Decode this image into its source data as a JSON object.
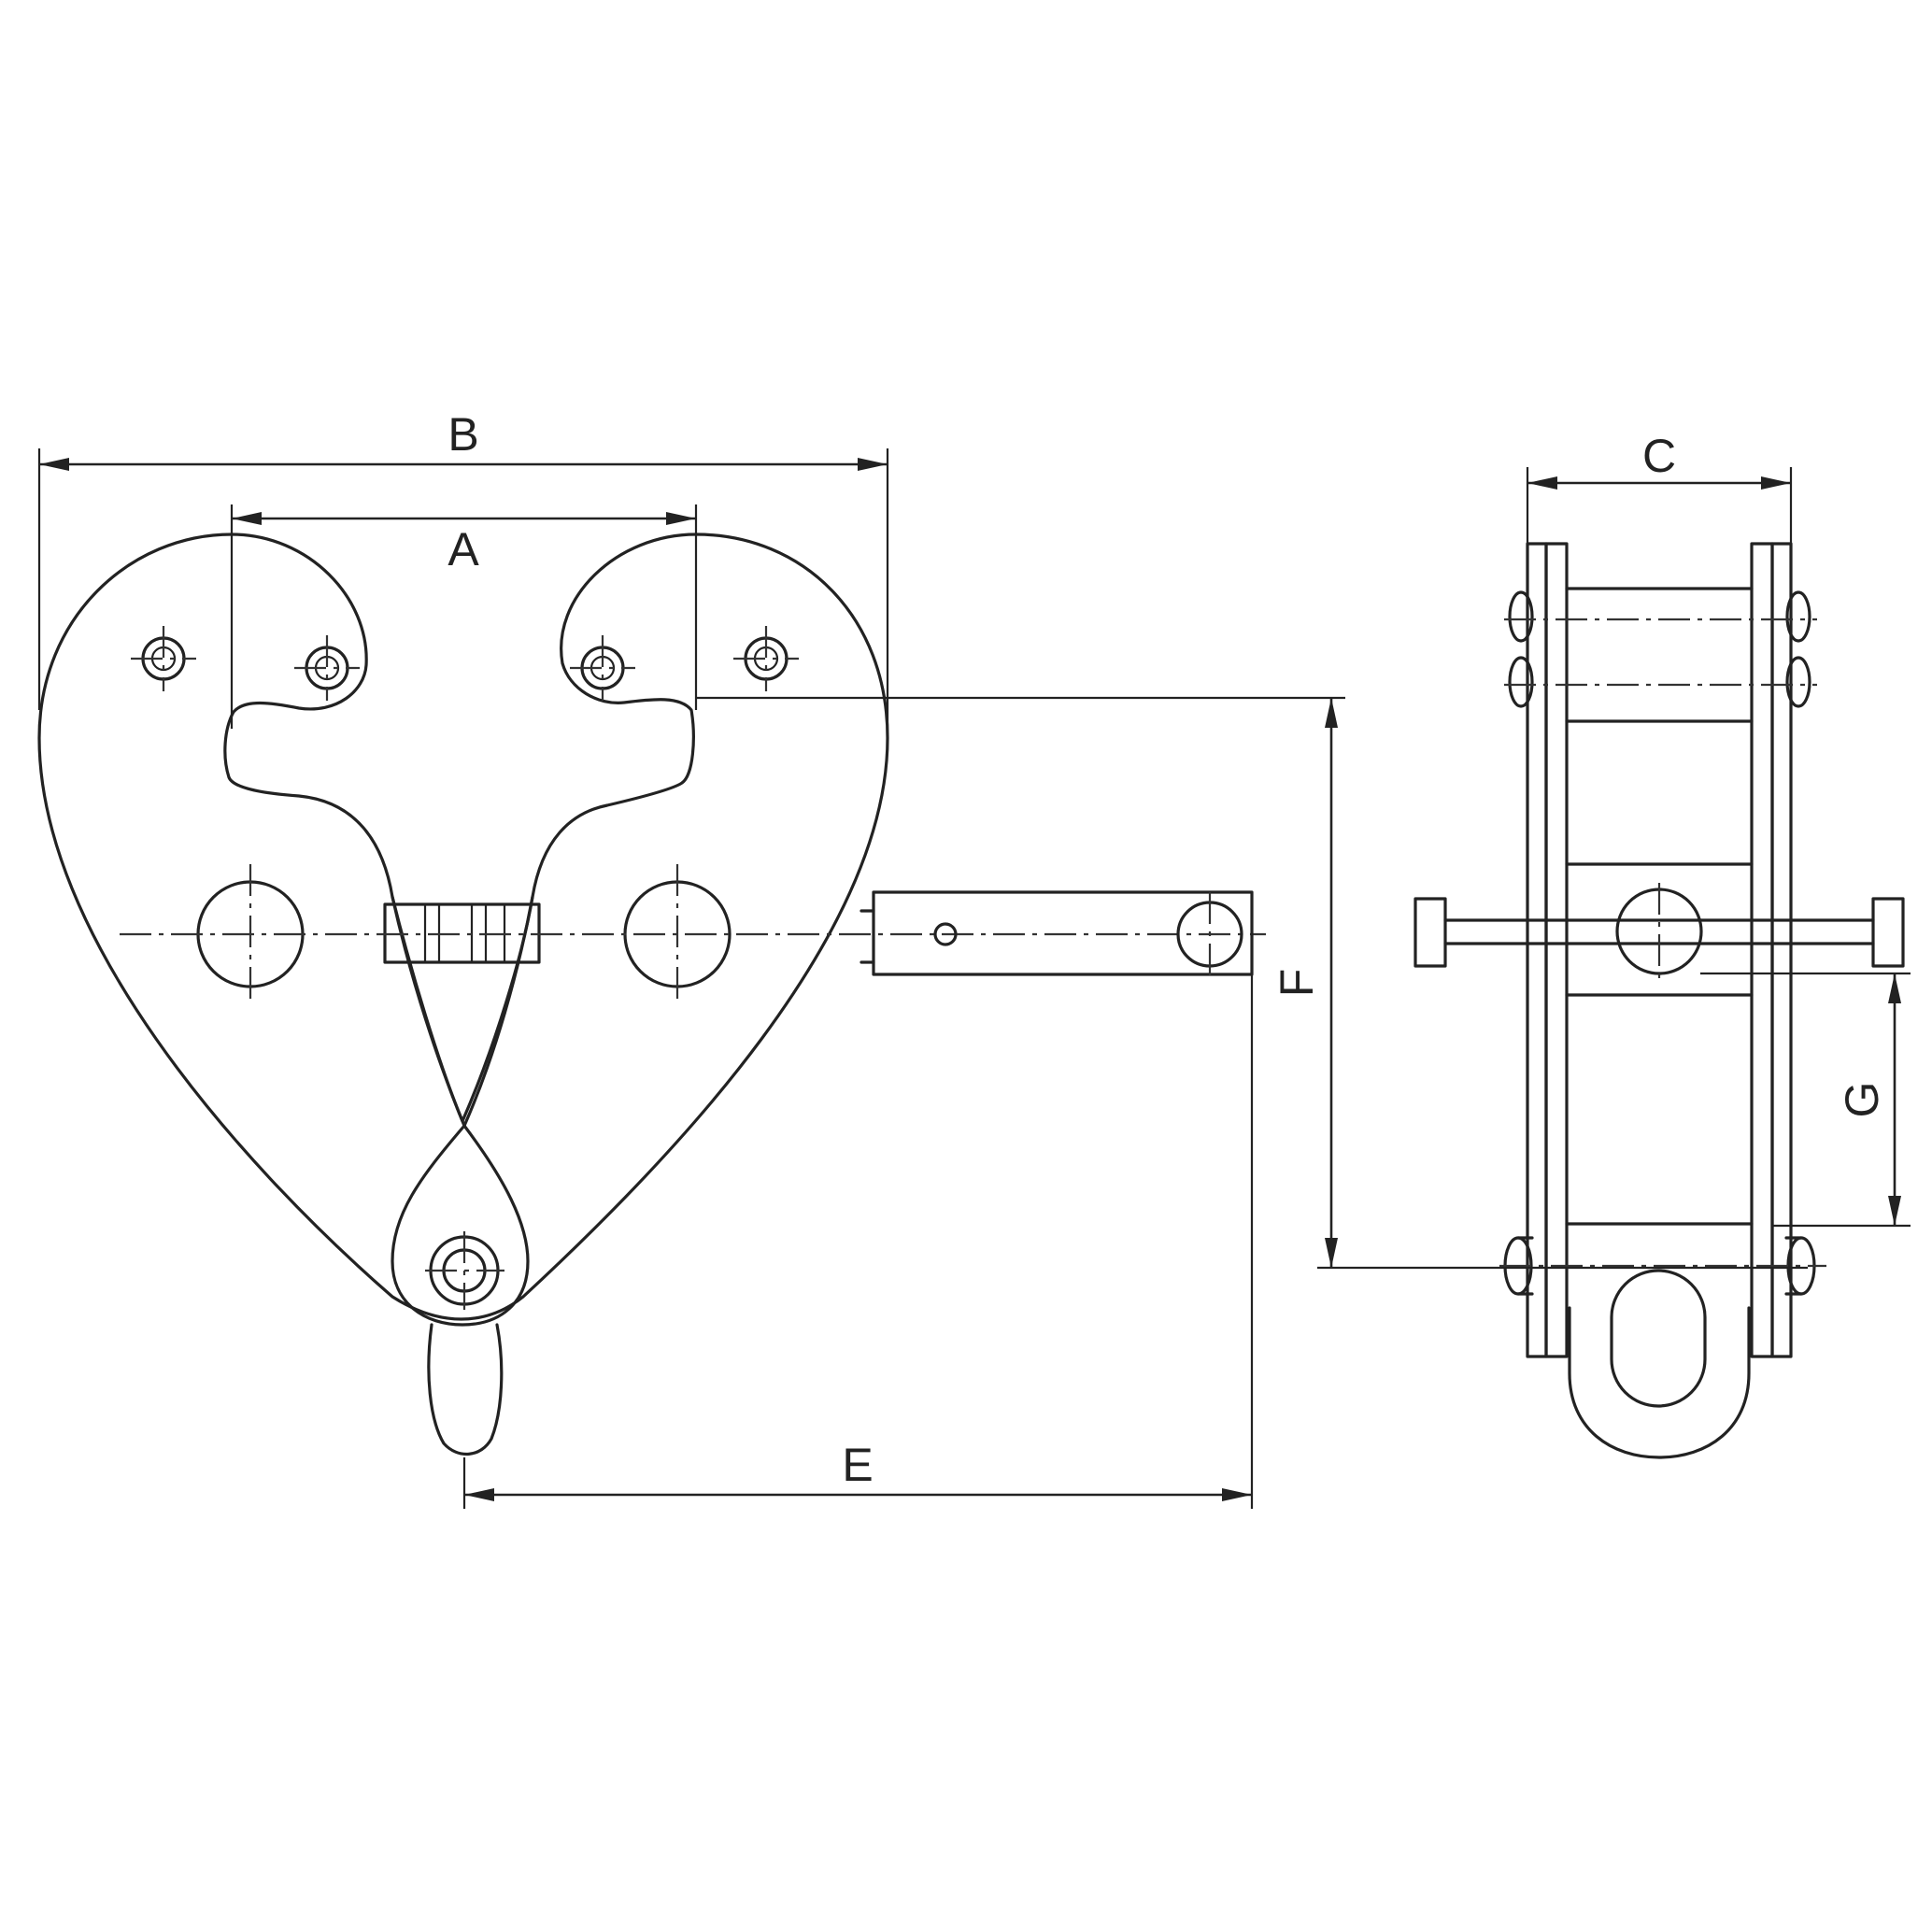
{
  "labels": {
    "a": "A",
    "b": "B",
    "c": "C",
    "e": "E",
    "f": "F",
    "g": "G"
  },
  "colors": {
    "line": "#222222",
    "background": "#ffffff"
  }
}
